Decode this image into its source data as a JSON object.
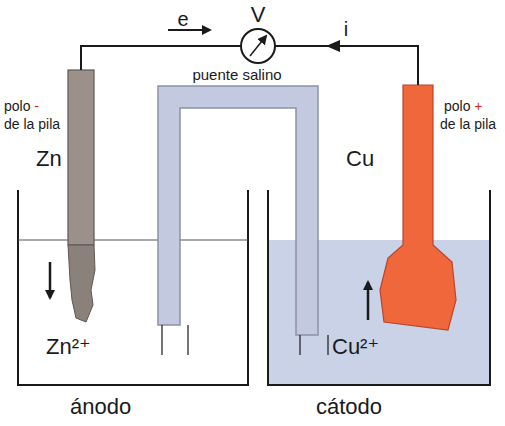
{
  "diagram": {
    "labels": [
      "V",
      "e",
      "i",
      "puente salino",
      "polo -",
      "de la pila",
      "Zn",
      "Cu",
      "polo +",
      "de la pila",
      "Zn²⁺",
      "Cu²⁺",
      "ánodo",
      "cátodo"
    ]
  }
}
